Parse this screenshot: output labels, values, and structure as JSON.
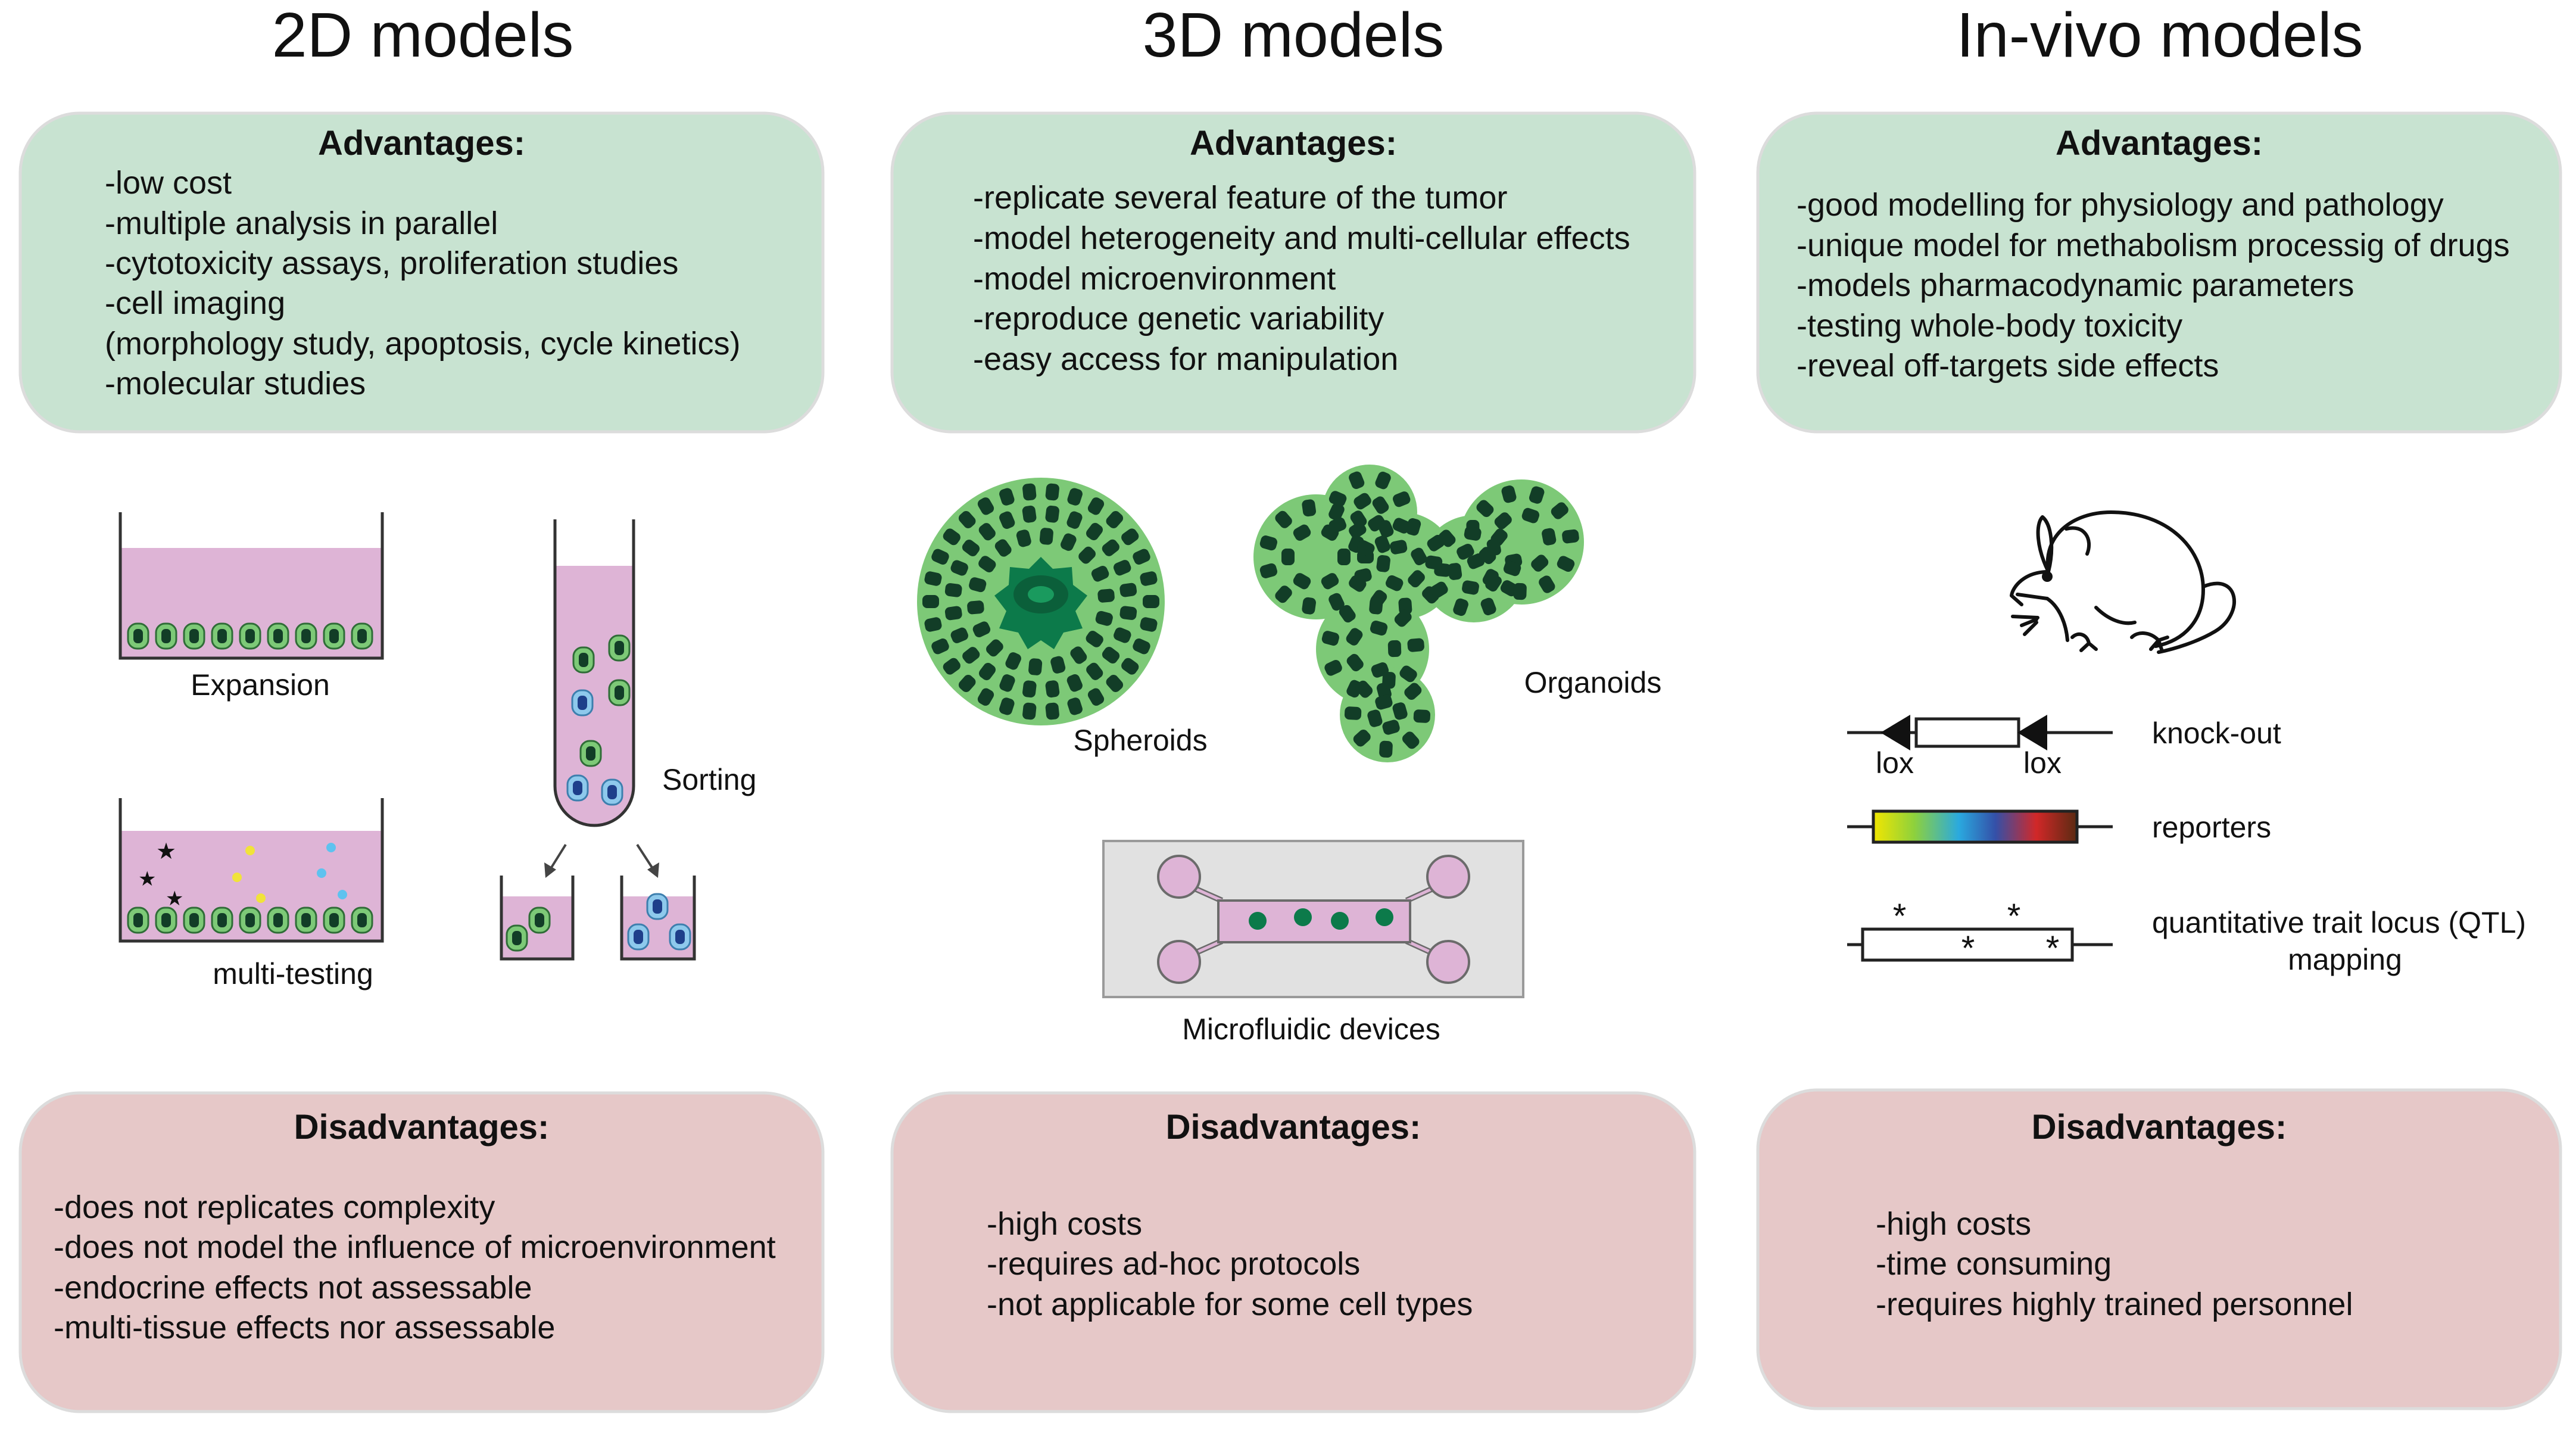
{
  "columns": [
    {
      "title": "2D models",
      "advantages": {
        "heading": "Advantages:",
        "items": [
          "-low cost",
          "-multiple analysis in parallel",
          "-cytotoxicity assays, proliferation studies",
          "-cell imaging",
          "(morphology study, apoptosis, cycle kinetics)",
          "-molecular studies"
        ]
      },
      "disadvantages": {
        "heading": "Disadvantages:",
        "items": [
          "-does not replicates complexity",
          "-does not model the influence of microenvironment",
          "-endocrine effects not assessable",
          "-multi-tissue effects nor assessable"
        ]
      },
      "figure_labels": {
        "expansion": "Expansion",
        "sorting": "Sorting",
        "multi_testing": "multi-testing"
      }
    },
    {
      "title": "3D models",
      "advantages": {
        "heading": "Advantages:",
        "items": [
          "-replicate several feature of the tumor",
          "-model heterogeneity and multi-cellular effects",
          "-model microenvironment",
          "-reproduce genetic variability",
          "-easy access for manipulation"
        ]
      },
      "disadvantages": {
        "heading": "Disadvantages:",
        "items": [
          "-high costs",
          "-requires ad-hoc protocols",
          "-not applicable for some cell types"
        ]
      },
      "figure_labels": {
        "spheroids": "Spheroids",
        "organoids": "Organoids",
        "microfluidic": "Microfluidic devices"
      }
    },
    {
      "title": "In-vivo models",
      "advantages": {
        "heading": "Advantages:",
        "items": [
          "-good modelling for physiology and pathology",
          "-unique model for methabolism processig of drugs",
          "-models pharmacodynamic parameters",
          "-testing whole-body toxicity",
          "-reveal off-targets side effects"
        ]
      },
      "disadvantages": {
        "heading": "Disadvantages:",
        "items": [
          "-high costs",
          "-time consuming",
          "-requires highly trained personnel"
        ]
      },
      "figure_labels": {
        "knockout": "knock-out",
        "lox_left": "lox",
        "lox_right": "lox",
        "reporters": "reporters",
        "qtl_line1": "quantitative trait locus (QTL)",
        "qtl_line2": "mapping",
        "star": "*"
      }
    }
  ],
  "colors": {
    "advantages_box": "#c8e3d1",
    "disadvantages_box": "#e6c8c8",
    "box_border": "#dcdcdc",
    "medium_pink": "#deb4d6",
    "cell_green": "#7dc977",
    "cell_dark": "#123d27",
    "cell_blue": "#8ec9ec",
    "spheroid_core": "#0c7a4a",
    "device_gray": "#e1e1e1"
  }
}
